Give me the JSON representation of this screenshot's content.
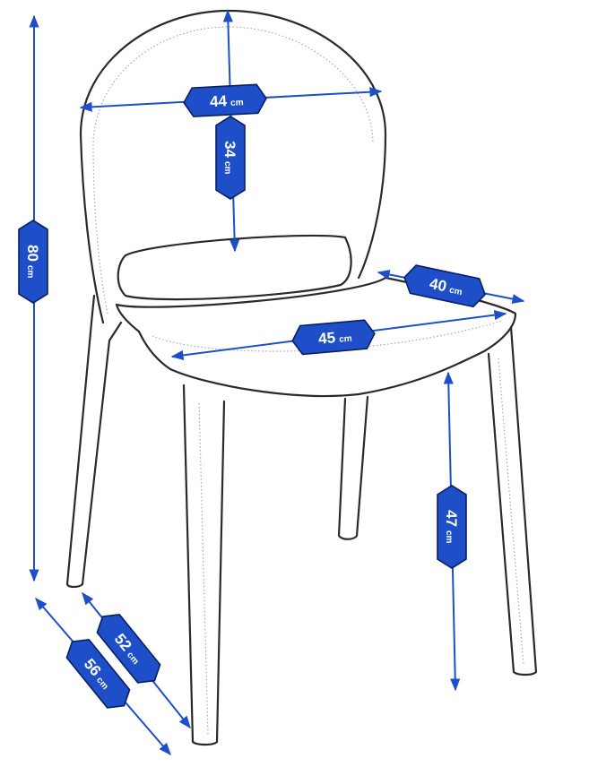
{
  "measurements": {
    "back_width": {
      "value": "44",
      "unit": "cm"
    },
    "back_height": {
      "value": "34",
      "unit": "cm"
    },
    "total_height": {
      "value": "80",
      "unit": "cm"
    },
    "seat_depth": {
      "value": "40",
      "unit": "cm"
    },
    "seat_width": {
      "value": "45",
      "unit": "cm"
    },
    "seat_height": {
      "value": "47",
      "unit": "cm"
    },
    "depth_inner": {
      "value": "52",
      "unit": "cm"
    },
    "depth_outer": {
      "value": "56",
      "unit": "cm"
    }
  },
  "colors": {
    "accent": "#1f4fc8",
    "outline": "#0a1f63",
    "sketch": "#2a2a2a"
  }
}
